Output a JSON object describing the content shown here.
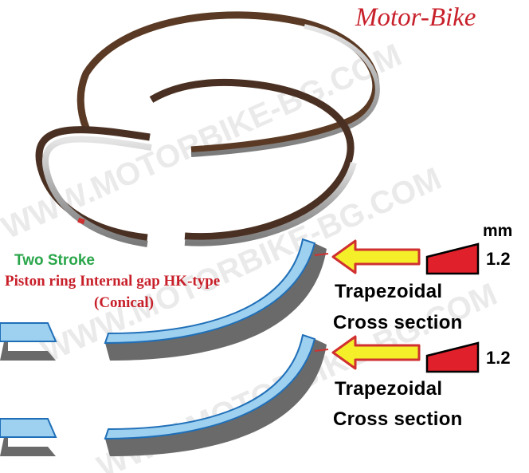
{
  "brand": {
    "name": "Motor-Bike"
  },
  "watermark": {
    "text": "WWW.MOTORBIKE-BG.COM"
  },
  "caption": {
    "stroke": "Two Stroke",
    "title": "Piston ring Internal gap HK-type",
    "subtitle": "(Conical)"
  },
  "unit": "mm",
  "sections": [
    {
      "dimension": "1.2",
      "line1": "Trapezoidal",
      "line2": "Cross section"
    },
    {
      "dimension": "1.2",
      "line1": "Trapezoidal",
      "line2": "Cross section"
    }
  ],
  "colors": {
    "brand_red": "#c8202a",
    "stroke_green": "#2aa64a",
    "ring_blue": "#9ed0f0",
    "ring_outline": "#1f6fb8",
    "arrow_yellow": "#f5ef2a",
    "profile_red": "#e0202a"
  }
}
